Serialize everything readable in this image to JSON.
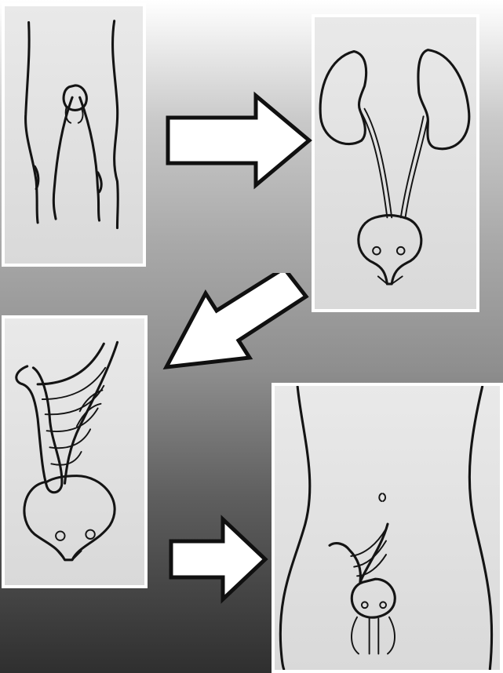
{
  "figure": {
    "panels": [
      {
        "id": "panel-1",
        "subject": "lower-body-pelvis-sketch"
      },
      {
        "id": "panel-2",
        "subject": "kidneys-ureters-bladder-sketch"
      },
      {
        "id": "panel-3",
        "subject": "bladder-with-ureter-loop-sketch"
      },
      {
        "id": "panel-4",
        "subject": "pelvis-with-organs-sketch"
      }
    ],
    "arrows": [
      {
        "id": "arrow-1",
        "direction": "right"
      },
      {
        "id": "arrow-2",
        "direction": "down-left"
      },
      {
        "id": "arrow-3",
        "direction": "right"
      }
    ],
    "colors": {
      "ink": "#141414",
      "panel_paper": "#e2e2e2",
      "border": "#ffffff",
      "background_top": "#ffffff",
      "background_bottom": "#2f2f2f"
    }
  }
}
